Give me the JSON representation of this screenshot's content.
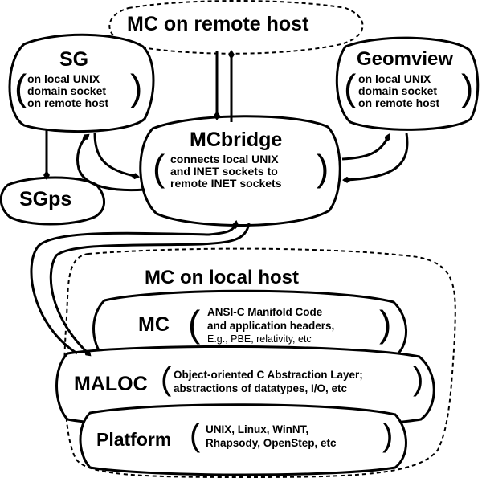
{
  "remote_host": {
    "label": "MC on remote host"
  },
  "sg": {
    "title": "SG",
    "lines": [
      "on local UNIX",
      "domain socket",
      "on remote host"
    ]
  },
  "geomview": {
    "title": "Geomview",
    "lines": [
      "on local UNIX",
      "domain socket",
      "on remote host"
    ]
  },
  "mcbridge": {
    "title": "MCbridge",
    "lines": [
      "connects local UNIX",
      "and INET sockets to",
      "remote INET sockets"
    ]
  },
  "sgps": {
    "title": "SGps"
  },
  "local_host": {
    "label": "MC on local host"
  },
  "mc": {
    "title": "MC",
    "lines": [
      "ANSI-C Manifold Code",
      "and application headers,",
      "E.g., PBE, relativity, etc"
    ]
  },
  "maloc": {
    "title": "MALOC",
    "lines": [
      "Object-oriented C Abstraction Layer;",
      "abstractions of datatypes, I/O, etc"
    ]
  },
  "platform": {
    "title": "Platform",
    "lines": [
      "UNIX, Linux, WinNT,",
      "Rhapsody, OpenStep, etc"
    ]
  },
  "parens": {
    "open": "(",
    "close": ")"
  },
  "colors": {
    "ink": "#000000",
    "paper": "#ffffff"
  }
}
